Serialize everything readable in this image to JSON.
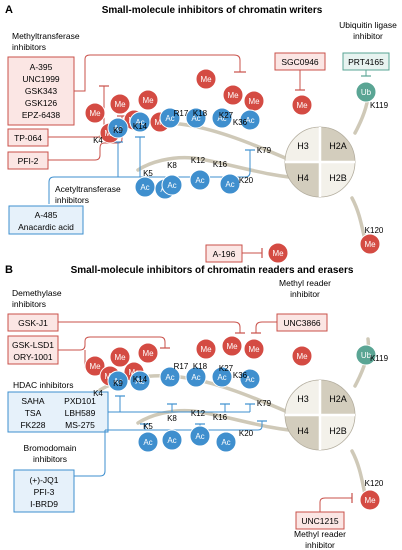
{
  "panel_a": {
    "letter": "A",
    "title": "Small-molecule inhibitors of chromatin writers",
    "mt_group_label": [
      "Methyltransferase",
      "inhibitors"
    ],
    "mt_inhibitors": [
      "A-395",
      "UNC1999",
      "GSK343",
      "GSK126",
      "EPZ-6438"
    ],
    "tp064": "TP-064",
    "pfi2": "PFI-2",
    "sgc0946": "SGC0946",
    "ub_ligase_label": [
      "Ubiquitin ligase",
      "inhibitor"
    ],
    "prt4165": "PRT4165",
    "acetyl_label": [
      "Acetyltransferase",
      "inhibitors"
    ],
    "acetyl_inhibitors": [
      "A-485",
      "Anacardic acid"
    ],
    "a196": "A-196",
    "residues_h3": [
      "K4",
      "K9",
      "K14",
      "R17",
      "K18",
      "K27",
      "K36",
      "K79"
    ],
    "residues_h4": [
      "K5",
      "K8",
      "K12",
      "K16",
      "K20"
    ],
    "k119": "K119",
    "k120": "K120"
  },
  "panel_b": {
    "letter": "B",
    "title": "Small-molecule inhibitors of chromatin readers and erasers",
    "demethylase_label": [
      "Demethylase",
      "inhibitors"
    ],
    "gskj1": "GSK-J1",
    "lsd1": [
      "GSK-LSD1",
      "ORY-1001"
    ],
    "methyl_reader_label": [
      "Methyl reader",
      "inhibitor"
    ],
    "unc3866": "UNC3866",
    "hdac_label": "HDAC inhibitors",
    "hdac_col1": [
      "SAHA",
      "TSA",
      "FK228"
    ],
    "hdac_col2": [
      "PXD101",
      "LBH589",
      "MS-275"
    ],
    "bromo_label": [
      "Bromodomain",
      "inhibitors"
    ],
    "bromo_inhibitors": [
      "(+)-JQ1",
      "PFI-3",
      "I-BRD9"
    ],
    "unc1215": "UNC1215",
    "methyl_reader_label2": [
      "Methyl reader",
      "inhibitor"
    ],
    "residues_h3": [
      "K4",
      "K9",
      "K14",
      "R17",
      "K18",
      "K27",
      "K36",
      "K79"
    ],
    "residues_h4": [
      "K5",
      "K8",
      "K12",
      "K16",
      "K20"
    ],
    "k119": "K119",
    "k120": "K120"
  },
  "marks": {
    "me": "Me",
    "ac": "Ac",
    "ub": "Ub"
  },
  "histones": [
    "H3",
    "H2A",
    "H4",
    "H2B"
  ],
  "colors": {
    "red_line": "#c9504a",
    "red_box_fill": "#fbe6e4",
    "blue_line": "#3d8fcf",
    "blue_box_fill": "#e6f1fa",
    "teal": "#5aa594",
    "me_fill": "#d44b43",
    "ac_fill": "#3f8fce",
    "histone_dark": "#d3cdbd",
    "histone_light": "#f3f1ea"
  }
}
